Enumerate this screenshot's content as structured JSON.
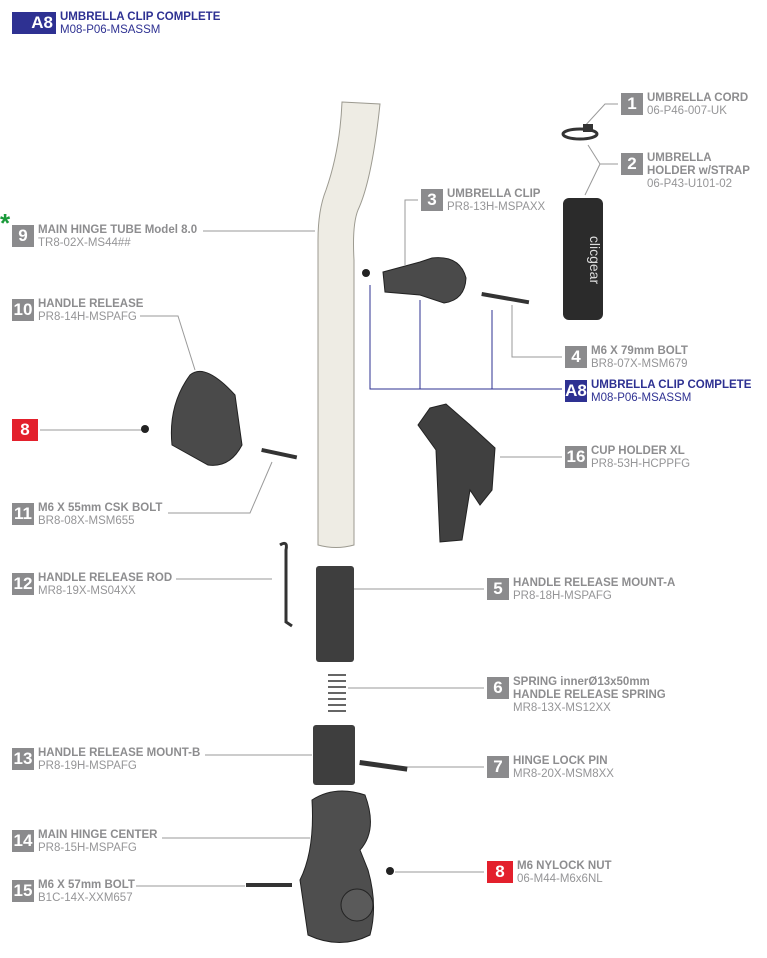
{
  "header": {
    "badge": "A8",
    "name": "UMBRELLA CLIP COMPLETE",
    "code": "M08-P06-MSASSM"
  },
  "marker": {
    "symbol": "*",
    "color": "#1a9a3a"
  },
  "colors": {
    "badge_gray": "#8b8b8d",
    "badge_red": "#e3202c",
    "badge_blue": "#2e3192"
  },
  "parts": [
    {
      "num": "1",
      "lines": [
        "UMBRELLA CORD"
      ],
      "code": "06-P46-007-UK",
      "style": "gray"
    },
    {
      "num": "2",
      "lines": [
        "UMBRELLA",
        "HOLDER w/STRAP"
      ],
      "code": "06-P43-U101-02",
      "style": "gray"
    },
    {
      "num": "3",
      "lines": [
        "UMBRELLA CLIP"
      ],
      "code": "PR8-13H-MSPAXX",
      "style": "gray"
    },
    {
      "num": "9",
      "lines": [
        "MAIN HINGE TUBE Model 8.0"
      ],
      "code": "TR8-02X-MS44##",
      "style": "gray"
    },
    {
      "num": "10",
      "lines": [
        "HANDLE RELEASE"
      ],
      "code": "PR8-14H-MSPAFG",
      "style": "gray"
    },
    {
      "num": "4",
      "lines": [
        "M6 X 79mm BOLT"
      ],
      "code": "BR8-07X-MSM679",
      "style": "gray"
    },
    {
      "num": "A8",
      "lines": [
        "UMBRELLA CLIP COMPLETE"
      ],
      "code": "M08-P06-MSASSM",
      "style": "blue"
    },
    {
      "num": "8",
      "lines": [],
      "code": "",
      "style": "red"
    },
    {
      "num": "16",
      "lines": [
        "CUP HOLDER XL"
      ],
      "code": "PR8-53H-HCPPFG",
      "style": "gray"
    },
    {
      "num": "11",
      "lines": [
        "M6 X 55mm CSK BOLT"
      ],
      "code": "BR8-08X-MSM655",
      "style": "gray"
    },
    {
      "num": "5",
      "lines": [
        "HANDLE RELEASE MOUNT-A"
      ],
      "code": "PR8-18H-MSPAFG",
      "style": "gray"
    },
    {
      "num": "12",
      "lines": [
        "HANDLE RELEASE ROD"
      ],
      "code": "MR8-19X-MS04XX",
      "style": "gray"
    },
    {
      "num": "6",
      "lines": [
        "SPRING innerØ13x50mm",
        "HANDLE RELEASE SPRING"
      ],
      "code": "MR8-13X-MS12XX",
      "style": "gray"
    },
    {
      "num": "13",
      "lines": [
        "HANDLE RELEASE MOUNT-B"
      ],
      "code": "PR8-19H-MSPAFG",
      "style": "gray"
    },
    {
      "num": "7",
      "lines": [
        "HINGE LOCK PIN"
      ],
      "code": "MR8-20X-MSM8XX",
      "style": "gray"
    },
    {
      "num": "14",
      "lines": [
        "MAIN HINGE CENTER"
      ],
      "code": "PR8-15H-MSPAFG",
      "style": "gray"
    },
    {
      "num": "8",
      "lines": [
        "M6 NYLOCK NUT"
      ],
      "code": "06-M44-M6x6NL",
      "style": "red"
    },
    {
      "num": "15",
      "lines": [
        "M6 X 57mm BOLT"
      ],
      "code": "B1C-14X-XXM657",
      "style": "gray"
    }
  ],
  "holder_logo": "clicgear"
}
